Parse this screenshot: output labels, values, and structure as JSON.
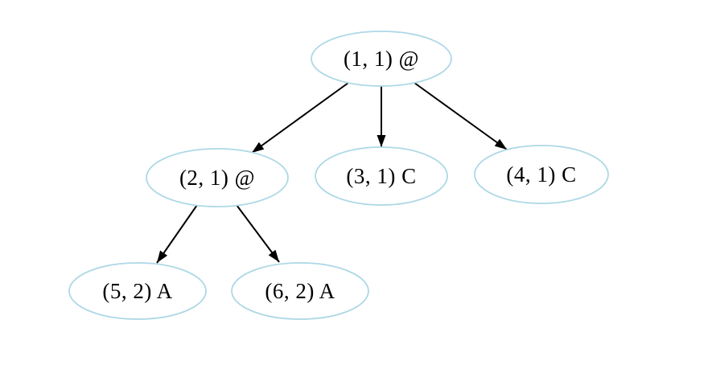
{
  "diagram": {
    "type": "tree",
    "nodes": [
      {
        "id": "1",
        "label": "(1, 1) @"
      },
      {
        "id": "2",
        "label": "(2, 1) @"
      },
      {
        "id": "3",
        "label": "(3, 1) C"
      },
      {
        "id": "4",
        "label": "(4, 1) C"
      },
      {
        "id": "5",
        "label": "(5, 2) A"
      },
      {
        "id": "6",
        "label": "(6, 2) A"
      }
    ],
    "edges": [
      {
        "from": "1",
        "to": "2"
      },
      {
        "from": "1",
        "to": "3"
      },
      {
        "from": "1",
        "to": "4"
      },
      {
        "from": "2",
        "to": "5"
      },
      {
        "from": "2",
        "to": "6"
      }
    ]
  },
  "colors": {
    "node_stroke": "#add8e6",
    "node_fill": "#ffffff",
    "edge": "#000000",
    "text": "#000000",
    "background": "#ffffff"
  }
}
